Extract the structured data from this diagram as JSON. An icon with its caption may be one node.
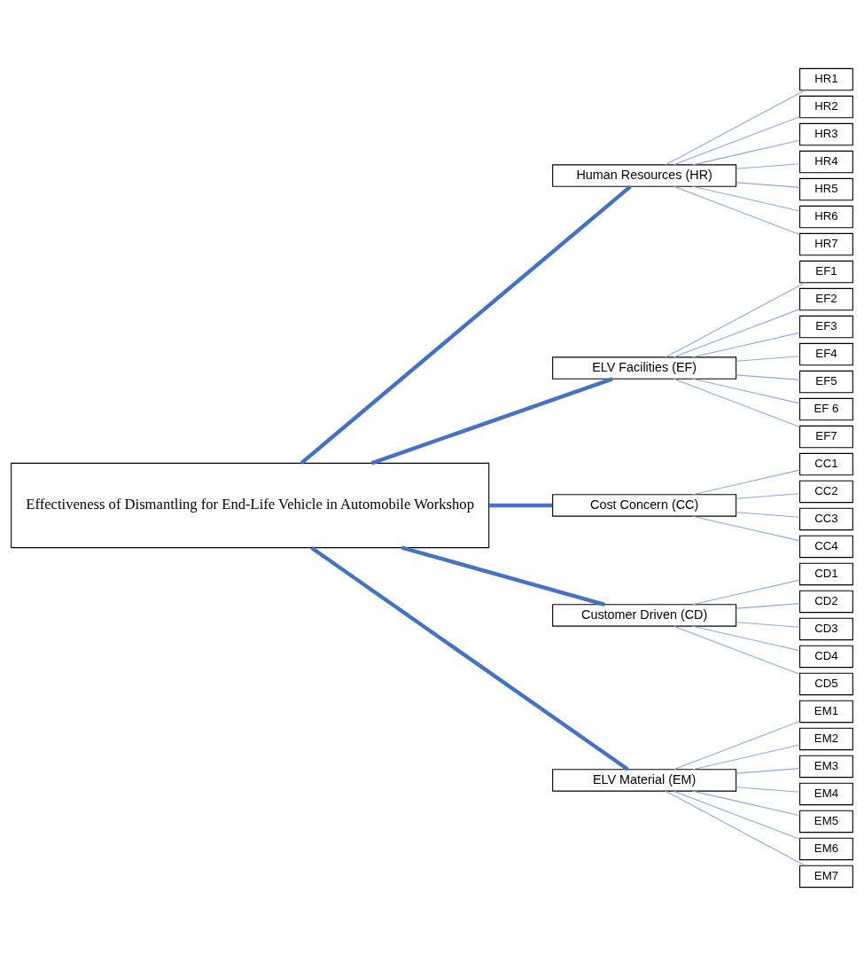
{
  "diagram": {
    "nodes": [
      {
        "text": [
          "Effectiveness of Dismantling for End-Life Vehicle in Automobile Workshop"
        ]
      },
      {
        "text": [
          "Human Resources (HR)"
        ]
      },
      {
        "text": [
          "HR1"
        ]
      },
      {
        "text": [
          "HR2"
        ]
      },
      {
        "text": [
          "HR3"
        ]
      },
      {
        "text": [
          "HR4"
        ]
      },
      {
        "text": [
          "HR5"
        ]
      },
      {
        "text": [
          "HR6"
        ]
      },
      {
        "text": [
          "HR7"
        ]
      },
      {
        "text": [
          "ELV Facilities (EF)"
        ]
      },
      {
        "text": [
          "EF1"
        ]
      },
      {
        "text": [
          "EF2"
        ]
      },
      {
        "text": [
          "EF3"
        ]
      },
      {
        "text": [
          "EF4"
        ]
      },
      {
        "text": [
          "EF5"
        ]
      },
      {
        "text": [
          "EF 6"
        ]
      },
      {
        "text": [
          "EF7"
        ]
      },
      {
        "text": [
          "Cost Concern (CC)"
        ]
      },
      {
        "text": [
          "CC1"
        ]
      },
      {
        "text": [
          "CC2"
        ]
      },
      {
        "text": [
          "CC3"
        ]
      },
      {
        "text": [
          "CC4"
        ]
      },
      {
        "text": [
          "Customer Driven (CD)"
        ]
      },
      {
        "text": [
          "CD1"
        ]
      },
      {
        "text": [
          "CD2"
        ]
      },
      {
        "text": [
          "CD3"
        ]
      },
      {
        "text": [
          "CD4"
        ]
      },
      {
        "text": [
          "CD5"
        ]
      },
      {
        "text": [
          "ELV Material (EM)"
        ]
      },
      {
        "text": [
          "EM1"
        ]
      },
      {
        "text": [
          "EM2"
        ]
      },
      {
        "text": [
          "EM3"
        ]
      },
      {
        "text": [
          "EM4"
        ]
      },
      {
        "text": [
          "EM5"
        ]
      },
      {
        "text": [
          "EM6"
        ]
      },
      {
        "text": [
          "EM7"
        ]
      }
    ],
    "edges": [
      {
        "from": 0,
        "to": 1,
        "arrow": "none",
        "style": "thick",
        "color": "#4472c4"
      },
      {
        "from": 0,
        "to": 9,
        "arrow": "none",
        "style": "thick",
        "color": "#4472c4"
      },
      {
        "from": 0,
        "to": 17,
        "arrow": "none",
        "style": "thick",
        "color": "#4472c4"
      },
      {
        "from": 0,
        "to": 22,
        "arrow": "none",
        "style": "thick",
        "color": "#4472c4"
      },
      {
        "from": 0,
        "to": 28,
        "arrow": "none",
        "style": "thick",
        "color": "#4472c4"
      },
      {
        "from": 1,
        "to": 2,
        "arrow": "none"
      },
      {
        "from": 1,
        "to": 3,
        "arrow": "none"
      },
      {
        "from": 1,
        "to": 4,
        "arrow": "none"
      },
      {
        "from": 1,
        "to": 5,
        "arrow": "none"
      },
      {
        "from": 1,
        "to": 6,
        "arrow": "none"
      },
      {
        "from": 1,
        "to": 7,
        "arrow": "none"
      },
      {
        "from": 1,
        "to": 8,
        "arrow": "none"
      },
      {
        "from": 9,
        "to": 10,
        "arrow": "none"
      },
      {
        "from": 9,
        "to": 11,
        "arrow": "none"
      },
      {
        "from": 9,
        "to": 12,
        "arrow": "none"
      },
      {
        "from": 9,
        "to": 13,
        "arrow": "none"
      },
      {
        "from": 9,
        "to": 14,
        "arrow": "none"
      },
      {
        "from": 9,
        "to": 15,
        "arrow": "none"
      },
      {
        "from": 9,
        "to": 16,
        "arrow": "none"
      },
      {
        "from": 17,
        "to": 18,
        "arrow": "none"
      },
      {
        "from": 17,
        "to": 19,
        "arrow": "none"
      },
      {
        "from": 17,
        "to": 20,
        "arrow": "none"
      },
      {
        "from": 17,
        "to": 21,
        "arrow": "none"
      },
      {
        "from": 22,
        "to": 23,
        "arrow": "none"
      },
      {
        "from": 22,
        "to": 24,
        "arrow": "none"
      },
      {
        "from": 22,
        "to": 25,
        "arrow": "none"
      },
      {
        "from": 22,
        "to": 26,
        "arrow": "none"
      },
      {
        "from": 22,
        "to": 27,
        "arrow": "none"
      },
      {
        "from": 28,
        "to": 29,
        "arrow": "none"
      },
      {
        "from": 28,
        "to": 30,
        "arrow": "none"
      },
      {
        "from": 28,
        "to": 31,
        "arrow": "none"
      },
      {
        "from": 28,
        "to": 32,
        "arrow": "none"
      },
      {
        "from": 28,
        "to": 33,
        "arrow": "none"
      },
      {
        "from": 28,
        "to": 34,
        "arrow": "none"
      },
      {
        "from": 28,
        "to": 35,
        "arrow": "none"
      }
    ]
  }
}
